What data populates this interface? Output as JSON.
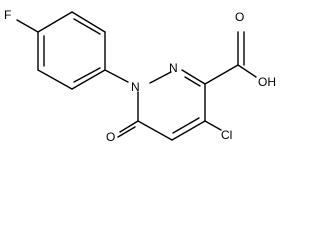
{
  "molecule": {
    "atoms": {
      "fluorine": "F",
      "ring_nitrogen_1": "N",
      "ring_nitrogen_2": "N",
      "chlorine": "Cl",
      "keto_oxygen": "O",
      "acid_oxygen": "O",
      "hydroxyl": "OH"
    }
  }
}
